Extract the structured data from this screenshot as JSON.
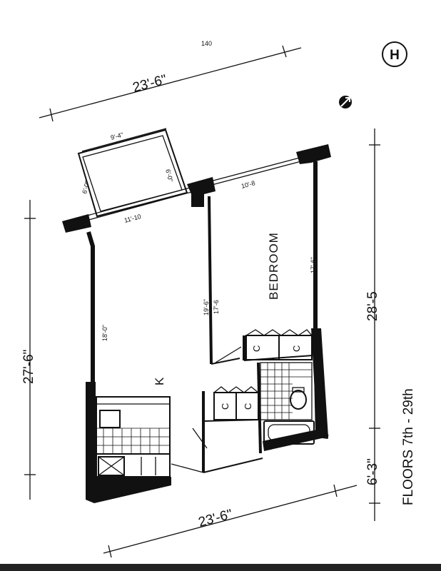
{
  "page_number": "140",
  "unit_badge": "H",
  "dimensions": {
    "top_width": "23'-6\"",
    "bottom_width": "23'-6\"",
    "left_depth": "27'-6\"",
    "right_depth": "28'-5",
    "right_lower": "6'-3\"",
    "balcony_top": "9'-4\"",
    "balcony_left": "6'-0\"",
    "balcony_right": "6'-0\"",
    "living_window": "11'-10",
    "bedroom_window": "10'-8",
    "living_depth": "18'-0\"",
    "bedroom_depth_a": "19'-6\"",
    "bedroom_depth_b": "17'-6",
    "bedroom_depth_c": "17'-6\""
  },
  "rooms": {
    "bedroom": "BEDROOM",
    "kitchen": "K"
  },
  "closets": [
    "C",
    "C",
    "C",
    "C"
  ],
  "floors_caption": "FLOORS  7th - 29th"
}
